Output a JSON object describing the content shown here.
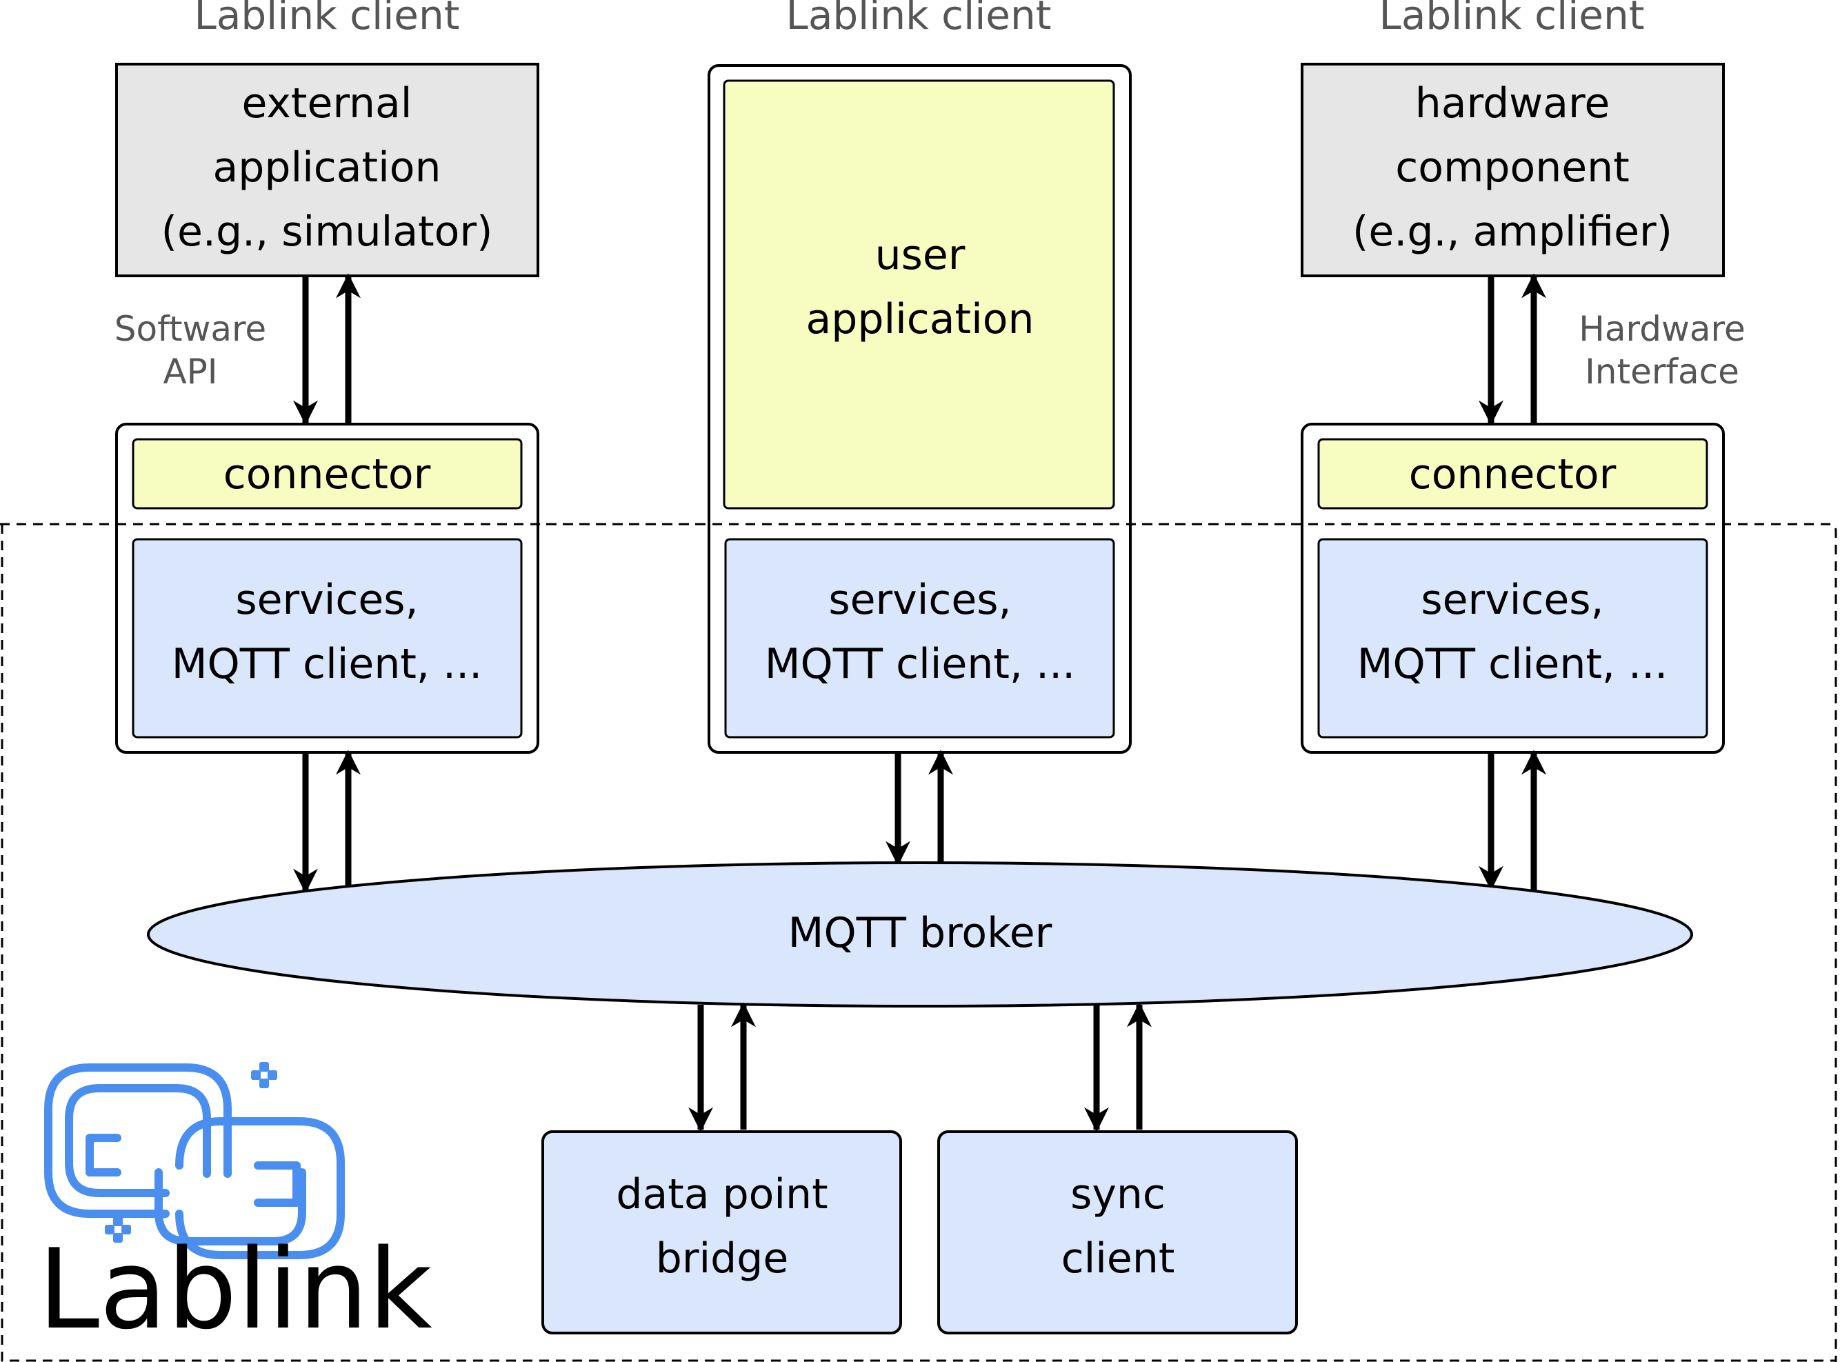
{
  "colors": {
    "gray_fill": "#e6e6e6",
    "yellow_fill": "#f7fcc0",
    "blue_fill": "#d9e6fb",
    "stroke": "#000000",
    "label_gray": "#555555",
    "logo_blue": "#4a8ff0"
  },
  "clients": [
    {
      "title": "Lablink client",
      "top_box": [
        "external",
        "application",
        "(e.g., simulator)"
      ],
      "side_label": [
        "Software",
        "API"
      ],
      "connector": "connector",
      "services": [
        "services,",
        "MQTT client, ..."
      ]
    },
    {
      "title": "Lablink client",
      "top_box": [
        "user",
        "application"
      ],
      "services": [
        "services,",
        "MQTT client, ..."
      ]
    },
    {
      "title": "Lablink client",
      "top_box": [
        "hardware",
        "component",
        "(e.g., amplifier)"
      ],
      "side_label": [
        "Hardware",
        "Interface"
      ],
      "connector": "connector",
      "services": [
        "services,",
        "MQTT client, ..."
      ]
    }
  ],
  "broker": {
    "label": "MQTT broker"
  },
  "bottom_boxes": [
    {
      "lines": [
        "data point",
        "bridge"
      ]
    },
    {
      "lines": [
        "sync",
        "client"
      ]
    }
  ],
  "logo": {
    "text": "Lablink",
    "icon": "chain-link-icon"
  }
}
